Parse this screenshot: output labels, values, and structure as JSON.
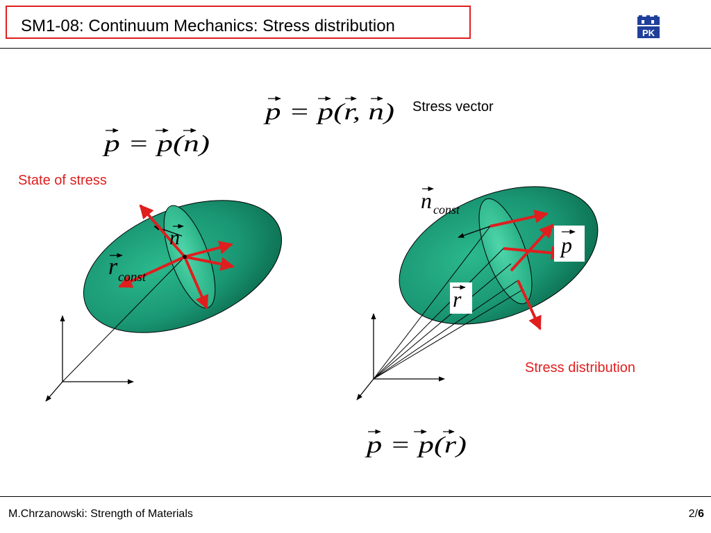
{
  "header": {
    "title": "SM1-08: Continuum Mechanics: Stress distribution",
    "logo_text": "PK",
    "logo_color": "#1f3f9a"
  },
  "labels": {
    "stress_vector": "Stress vector",
    "state_of_stress": "State of stress",
    "stress_distribution": "Stress distribution"
  },
  "equations": {
    "eq_stress_vector": "p = p(r, n)",
    "eq_state_of_stress": "p = p(n)",
    "eq_distribution": "p = p(r)"
  },
  "symbols": {
    "n": "n",
    "r": "r",
    "p": "p",
    "const": "const"
  },
  "footer": {
    "author": "M.Chrzanowski: Strength of Materials",
    "page_current": "2/",
    "page_total": "6"
  },
  "colors": {
    "accent_red": "#e01e1e",
    "ellipsoid_fill": "#1fa07c",
    "ellipsoid_dark": "#0a6a4c",
    "section_fill": "#35c49a",
    "arrow_red": "#e01e1e",
    "line_black": "#000000"
  }
}
